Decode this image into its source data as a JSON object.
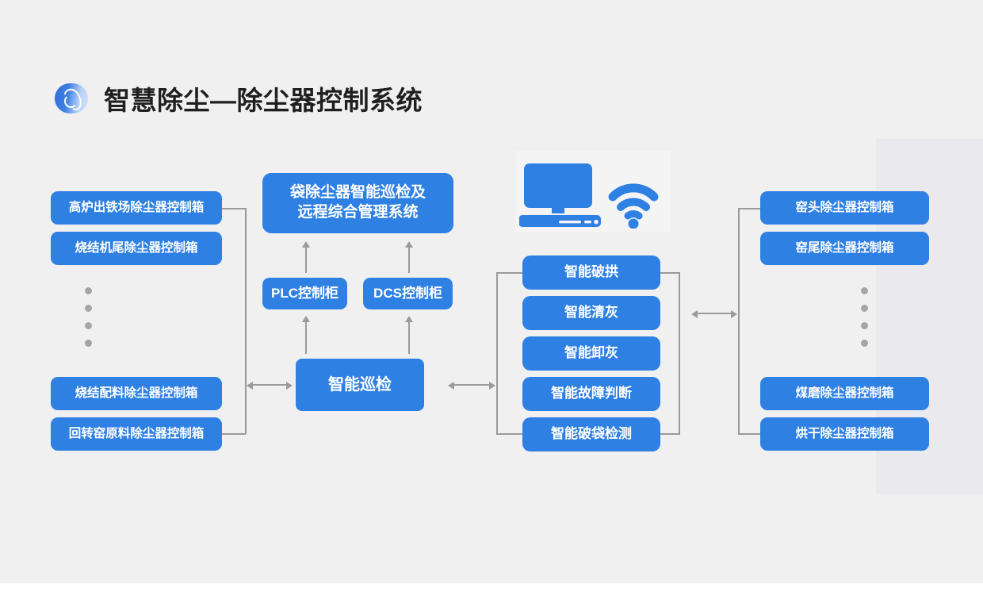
{
  "header": {
    "title": "智慧除尘—除尘器控制系统",
    "logo_name": "brand-swirl-logo"
  },
  "colors": {
    "node_blue": "#2f80e3",
    "connector_gray": "#9a9a9a",
    "background": "#f0f0f1",
    "panel_right": "#e9e9ee",
    "panel_illustration": "#f4f4f5",
    "dot_gray": "#a5a5a5",
    "title_text": "#1f1f1f"
  },
  "top_system": {
    "line1": "袋除尘器智能巡检及",
    "line2": "远程综合管理系统"
  },
  "controllers": [
    {
      "label": "PLC控制柜"
    },
    {
      "label": "DCS控制柜"
    }
  ],
  "hub": {
    "label": "智能巡检"
  },
  "left_column": {
    "top_items": [
      {
        "label": "高炉出铁场除尘器控制箱"
      },
      {
        "label": "烧结机尾除尘器控制箱"
      }
    ],
    "ellipsis_dots": 4,
    "bottom_items": [
      {
        "label": "烧结配料除尘器控制箱"
      },
      {
        "label": "回转窑原料除尘器控制箱"
      }
    ]
  },
  "middle_column": {
    "items": [
      {
        "label": "智能破拱"
      },
      {
        "label": "智能清灰"
      },
      {
        "label": "智能卸灰"
      },
      {
        "label": "智能故障判断"
      },
      {
        "label": "智能破袋检测"
      }
    ]
  },
  "right_column": {
    "top_items": [
      {
        "label": "窑头除尘器控制箱"
      },
      {
        "label": "窑尾除尘器控制箱"
      }
    ],
    "ellipsis_dots": 4,
    "bottom_items": [
      {
        "label": "煤磨除尘器控制箱"
      },
      {
        "label": "烘干除尘器控制箱"
      }
    ]
  },
  "illustration": {
    "monitor_icon": "desktop-computer-icon",
    "wifi_icon": "wifi-signal-icon"
  }
}
